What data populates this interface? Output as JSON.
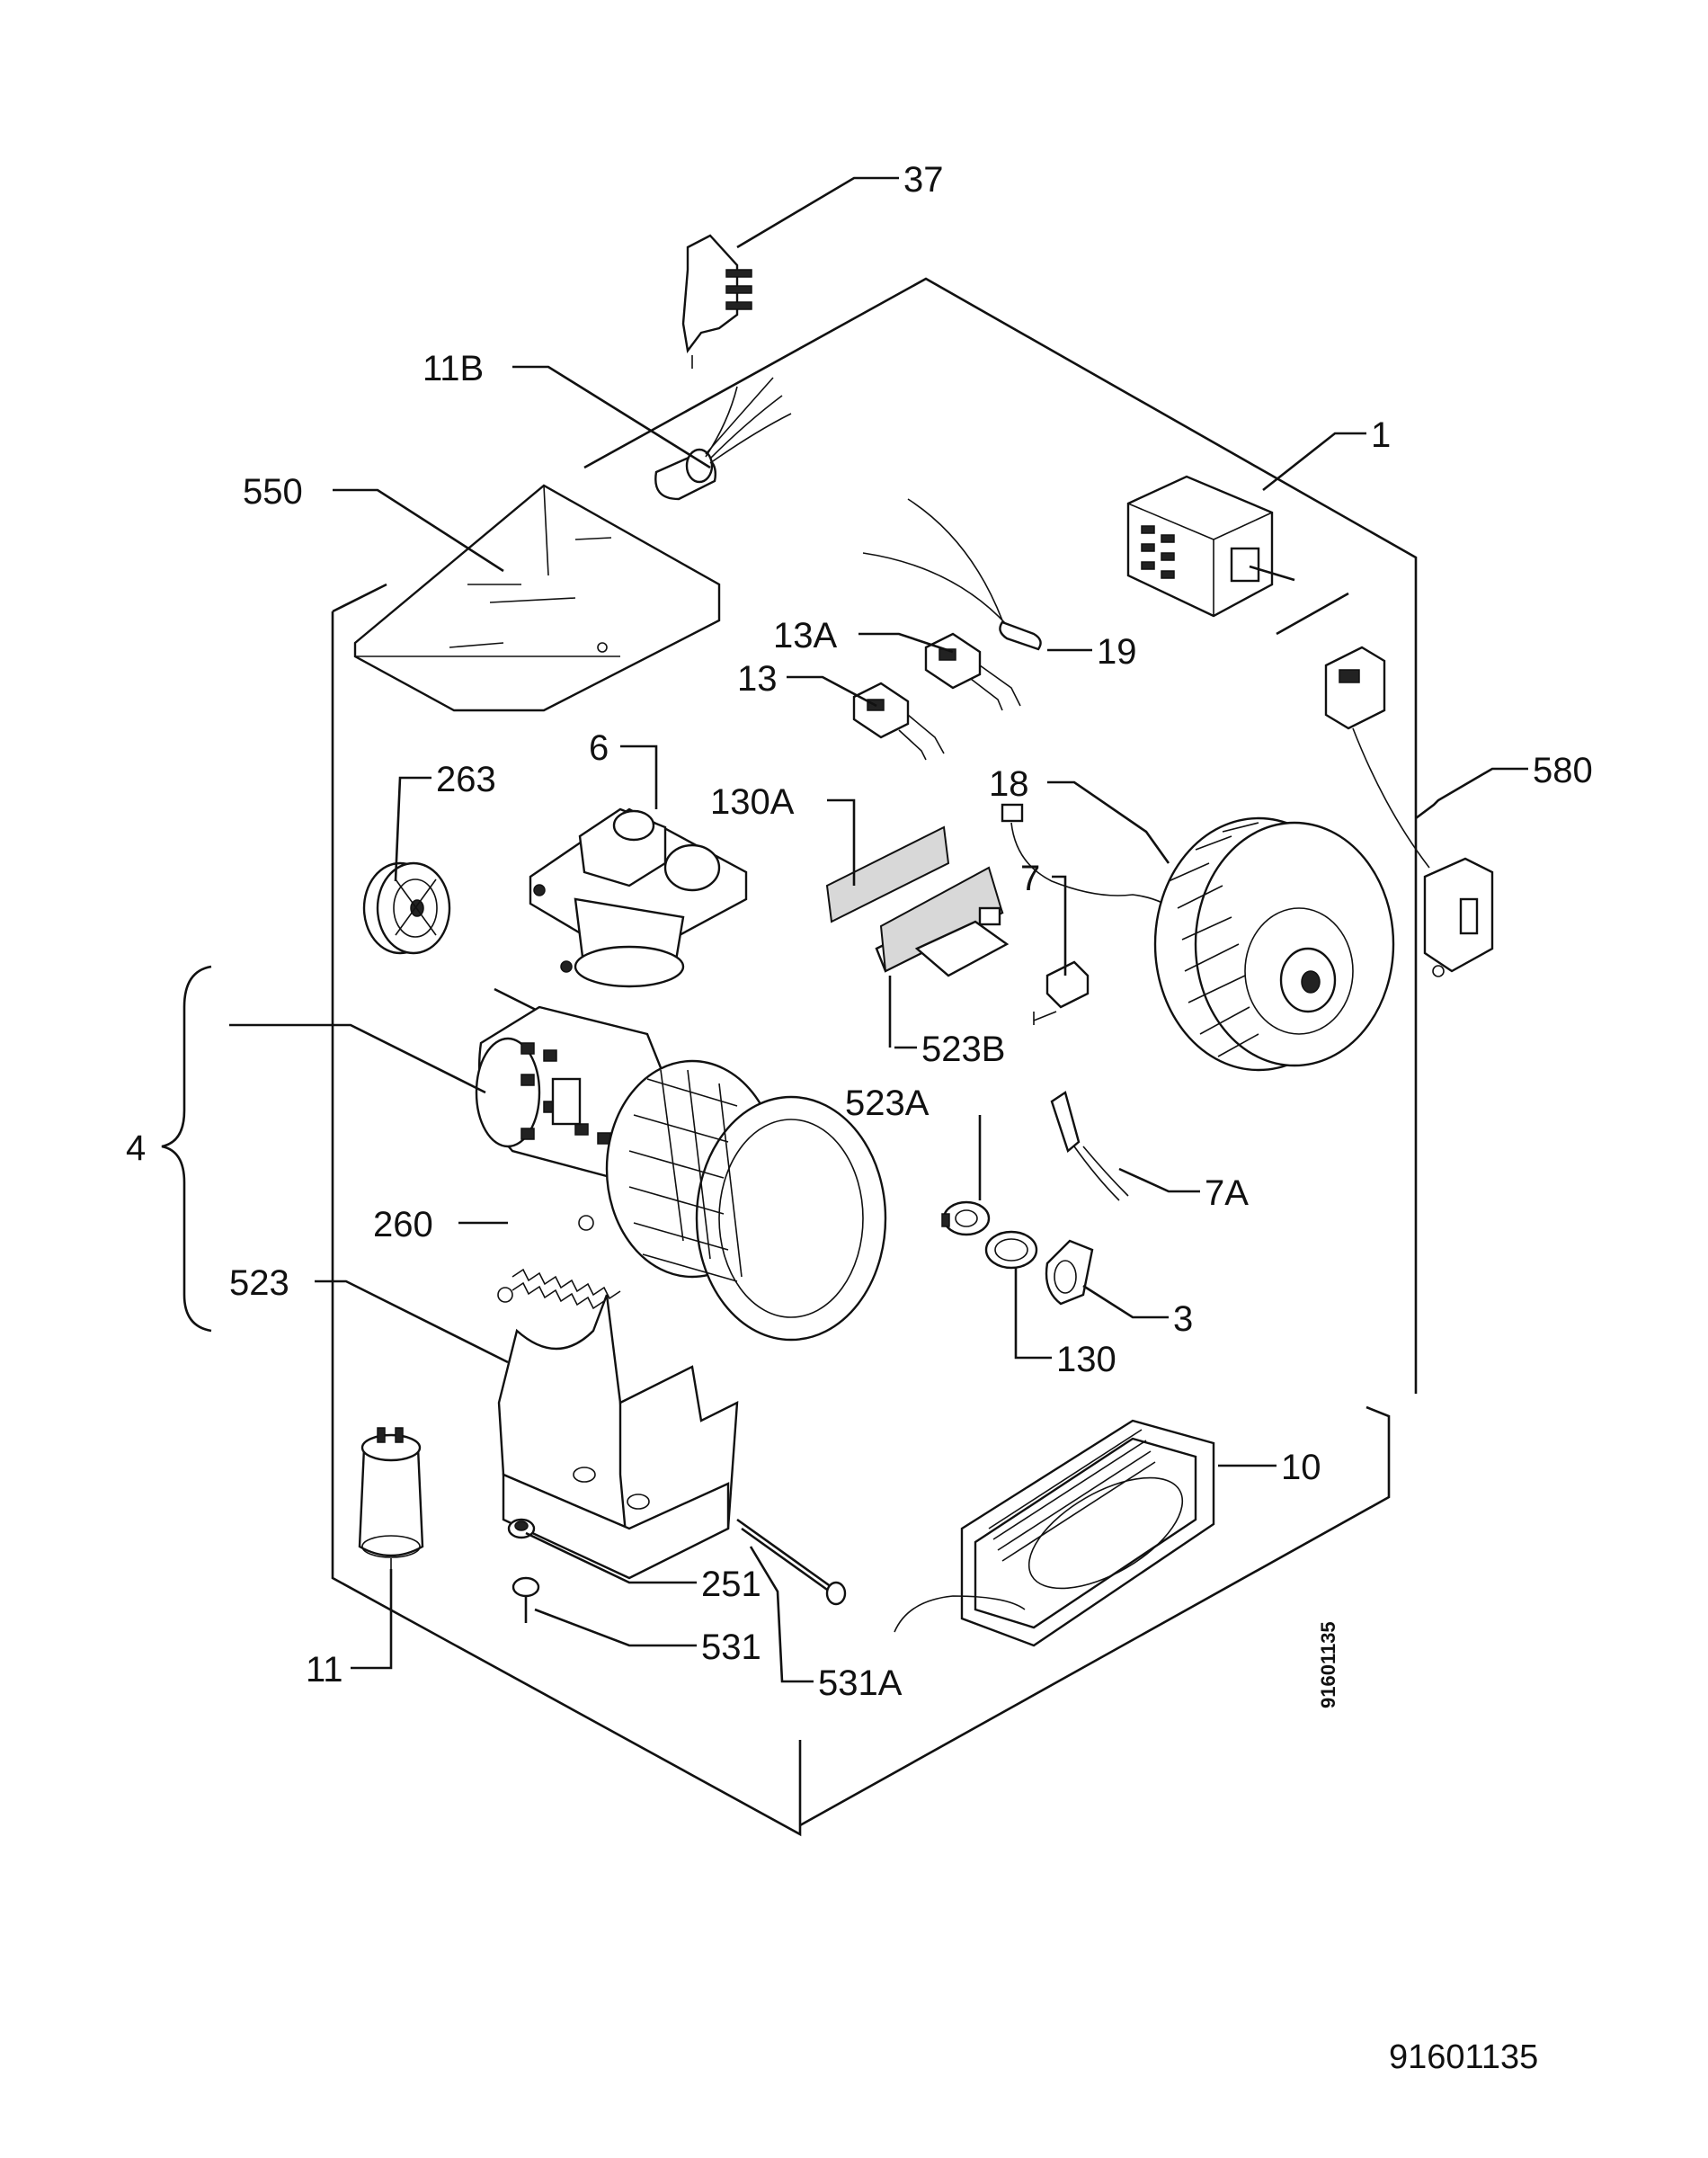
{
  "diagram": {
    "part_labels": {
      "p37": "37",
      "p11b": "11B",
      "p1": "1",
      "p550": "550",
      "p19": "19",
      "p13a": "13A",
      "p13": "13",
      "p580": "580",
      "p263": "263",
      "p6": "6",
      "p130a": "130A",
      "p18": "18",
      "p7": "7",
      "p523b": "523B",
      "p4": "4",
      "p523a": "523A",
      "p7a": "7A",
      "p260": "260",
      "p523": "523",
      "p3": "3",
      "p130": "130",
      "p10": "10",
      "p11": "11",
      "p251": "251",
      "p531": "531",
      "p531a": "531A"
    },
    "vertical_code": "91601135",
    "document_number": "91601135"
  }
}
